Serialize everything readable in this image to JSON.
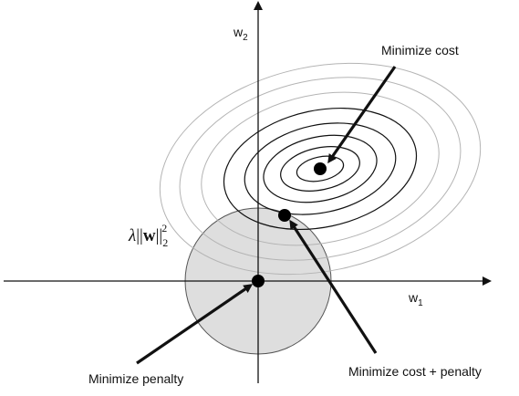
{
  "axes": {
    "x_label": "w",
    "x_subscript": "1",
    "y_label": "w",
    "y_subscript": "2"
  },
  "penalty_formula": {
    "lambda": "λ",
    "norm_open": "||",
    "vector": "w",
    "norm_close": "||",
    "subscript": "2",
    "superscript": "2"
  },
  "annotations": {
    "min_cost": "Minimize cost",
    "min_penalty": "Minimize penalty",
    "min_cost_penalty": "Minimize cost + penalty"
  },
  "colors": {
    "penalty_disc_fill": "#dedede",
    "inner_contours": "#111111",
    "outer_contours": "#b4b4b4",
    "points": "#000000",
    "axes": "#111111"
  }
}
